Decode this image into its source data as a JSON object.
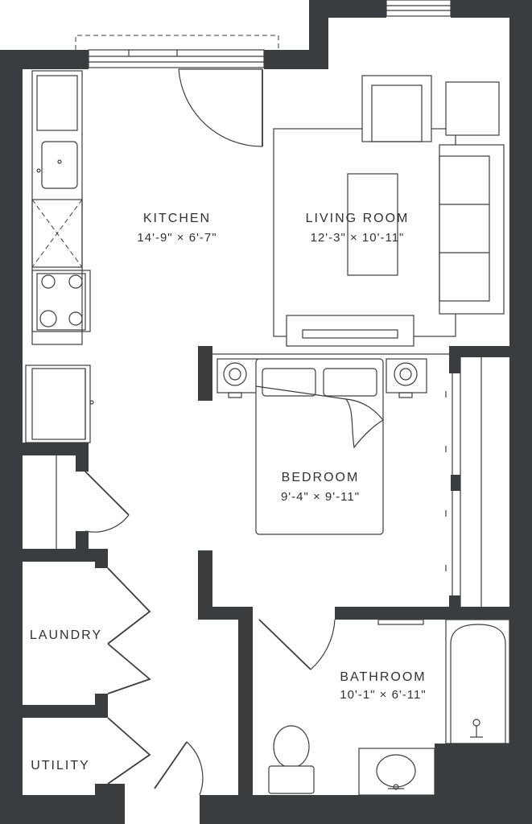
{
  "rooms": {
    "kitchen": {
      "name": "KITCHEN",
      "dims": "14'-9\" × 6'-7\""
    },
    "living_room": {
      "name": "LIVING ROOM",
      "dims": "12'-3\" × 10'-11\""
    },
    "bedroom": {
      "name": "BEDROOM",
      "dims": "9'-4\" × 9'-11\""
    },
    "bathroom": {
      "name": "BATHROOM",
      "dims": "10'-1\" × 6'-11\""
    },
    "laundry": {
      "name": "LAUNDRY"
    },
    "utility": {
      "name": "UTILITY"
    }
  },
  "colors": {
    "wall": "#3a3d40",
    "background": "#ffffff",
    "text": "#2f3133"
  }
}
